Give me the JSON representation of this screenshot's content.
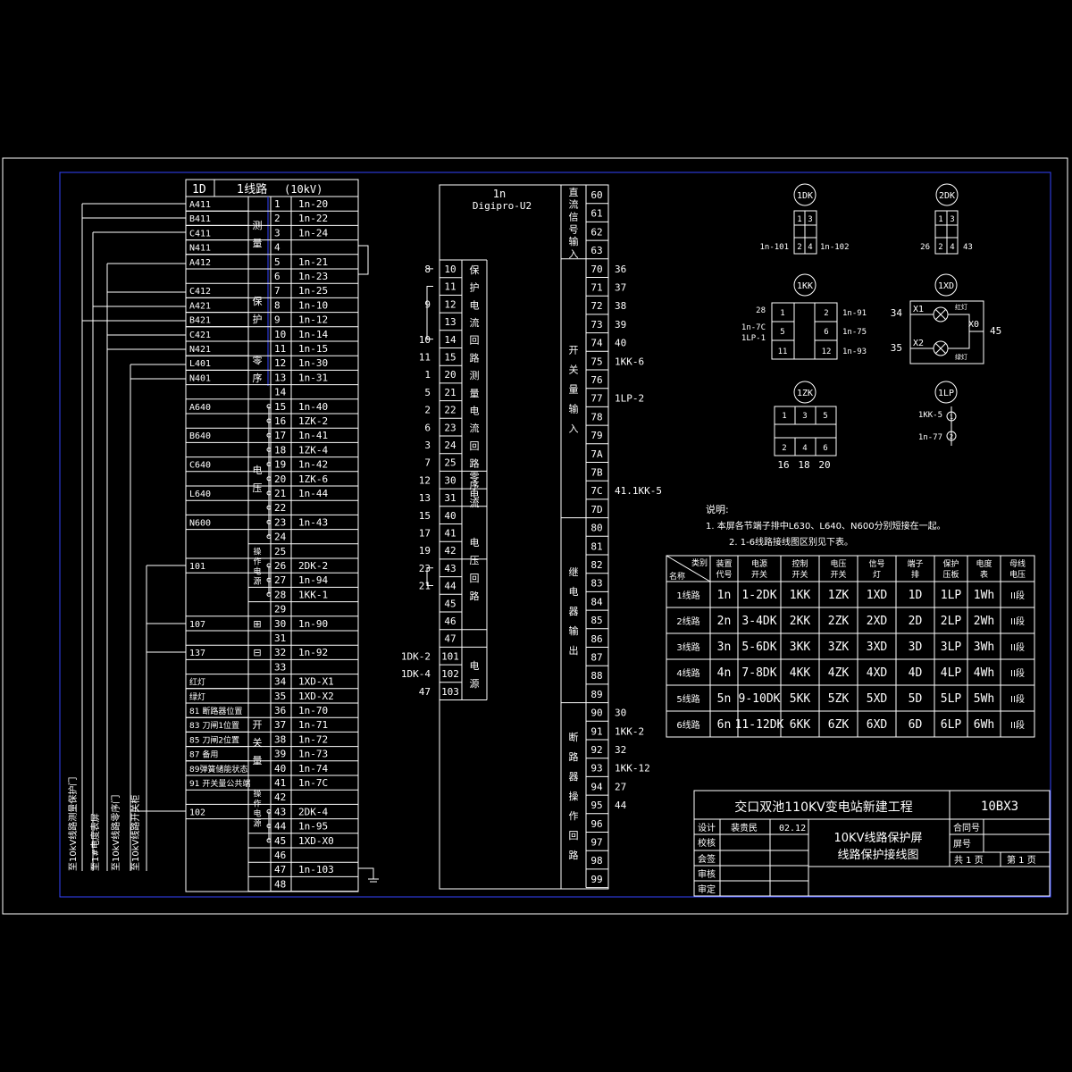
{
  "strip1": {
    "id": "1D",
    "title": "1线路",
    "voltage": "(10kV)",
    "rows": [
      [
        "A411",
        "1",
        "1n-20"
      ],
      [
        "B411",
        "2",
        "1n-22"
      ],
      [
        "C411",
        "3",
        "1n-24"
      ],
      [
        "N411",
        "4",
        ""
      ],
      [
        "A412",
        "5",
        "1n-21"
      ],
      [
        "",
        "6",
        "1n-23"
      ],
      [
        "C412",
        "7",
        "1n-25"
      ],
      [
        "A421",
        "8",
        "1n-10"
      ],
      [
        "B421",
        "9",
        "1n-12"
      ],
      [
        "C421",
        "10",
        "1n-14"
      ],
      [
        "N421",
        "11",
        "1n-15"
      ],
      [
        "L401",
        "12",
        "1n-30"
      ],
      [
        "N401",
        "13",
        "1n-31"
      ],
      [
        "",
        "14",
        ""
      ],
      [
        "A640",
        "15",
        "1n-40"
      ],
      [
        "",
        "16",
        "1ZK-2"
      ],
      [
        "B640",
        "17",
        "1n-41"
      ],
      [
        "",
        "18",
        "1ZK-4"
      ],
      [
        "C640",
        "19",
        "1n-42"
      ],
      [
        "",
        "20",
        "1ZK-6"
      ],
      [
        "L640",
        "21",
        "1n-44"
      ],
      [
        "",
        "22",
        ""
      ],
      [
        "N600",
        "23",
        "1n-43"
      ],
      [
        "",
        "24",
        ""
      ],
      [
        "",
        "25",
        ""
      ],
      [
        "101",
        "26",
        "2DK-2"
      ],
      [
        "",
        "27",
        "1n-94"
      ],
      [
        "",
        "28",
        "1KK-1"
      ],
      [
        "",
        "29",
        ""
      ],
      [
        "107",
        "30",
        "1n-90"
      ],
      [
        "",
        "31",
        ""
      ],
      [
        "137",
        "32",
        "1n-92"
      ],
      [
        "",
        "33",
        ""
      ],
      [
        "红灯",
        "34",
        "1XD-X1"
      ],
      [
        "绿灯",
        "35",
        "1XD-X2"
      ],
      [
        "81 断路器位置",
        "36",
        "1n-70"
      ],
      [
        "83 刀闸1位置",
        "37",
        "1n-71"
      ],
      [
        "85 刀闸2位置",
        "38",
        "1n-72"
      ],
      [
        "87 备用",
        "39",
        "1n-73"
      ],
      [
        "89弹簧储能状态",
        "40",
        "1n-74"
      ],
      [
        "91 开关量公共端",
        "41",
        "1n-7C"
      ],
      [
        "",
        "42",
        ""
      ],
      [
        "102",
        "43",
        "2DK-4"
      ],
      [
        "",
        "44",
        "1n-95"
      ],
      [
        "",
        "45",
        "1XD-X0"
      ],
      [
        "",
        "46",
        ""
      ],
      [
        "",
        "47",
        "1n-103"
      ],
      [
        "",
        "48",
        ""
      ]
    ],
    "groups": [
      "测量",
      "保护",
      "零序",
      "电压",
      "操作电源",
      "⊞",
      "⊟",
      "开关量",
      "操作电源"
    ]
  },
  "vertical_labels": [
    "至10kV线路测量保护门",
    "至1#电度表屏",
    "至10kV线路零序门",
    "至10kV线路开关柜"
  ],
  "device": {
    "name": "1n",
    "model": "Digipro-U2",
    "left_groups": [
      "保护电流回路",
      "测量电流回路",
      "零序电流",
      "电压回路",
      "电源"
    ],
    "left_terms": [
      "10",
      "11",
      "12",
      "13",
      "14",
      "15",
      "20",
      "21",
      "22",
      "23",
      "24",
      "25",
      "30",
      "31",
      "40",
      "41",
      "42",
      "43",
      "44",
      "45",
      "46",
      "47",
      "101",
      "102",
      "103"
    ],
    "left_ext": [
      "8",
      "",
      "9",
      "",
      "10",
      "11",
      "1",
      "5",
      "2",
      "6",
      "3",
      "7",
      "12",
      "13",
      "15",
      "17",
      "19",
      "23",
      "21",
      "",
      "",
      "",
      "1DK-2",
      "1DK-4",
      "47"
    ],
    "right_groups": [
      "直流信号输入",
      "开关量输入",
      "继电器输出",
      "断路器操作回路"
    ],
    "right_terms": [
      "60",
      "61",
      "62",
      "63",
      "70",
      "71",
      "72",
      "73",
      "74",
      "75",
      "76",
      "77",
      "78",
      "79",
      "7A",
      "7B",
      "7C",
      "7D",
      "80",
      "81",
      "82",
      "83",
      "84",
      "85",
      "86",
      "87",
      "88",
      "89",
      "90",
      "91",
      "92",
      "93",
      "94",
      "95",
      "96",
      "97",
      "98",
      "99"
    ],
    "right_ext": [
      "",
      "",
      "",
      "",
      "36",
      "37",
      "38",
      "39",
      "40",
      "1KK-6",
      "",
      "1LP-2",
      "",
      "",
      "",
      "",
      "41.1KK-5",
      "",
      "",
      "",
      "",
      "",
      "",
      "",
      "",
      "",
      "",
      "",
      "30",
      "1KK-2",
      "32",
      "1KK-12",
      "27",
      "44",
      "",
      "",
      "",
      ""
    ]
  },
  "components": {
    "dk1": {
      "label": "1DK",
      "pins": [
        "1",
        "3",
        "2",
        "4"
      ],
      "left": "1n-101",
      "right": "1n-102"
    },
    "dk2": {
      "label": "2DK",
      "pins": [
        "1",
        "3",
        "2",
        "4"
      ],
      "left": "26",
      "right": "43"
    },
    "kk1": {
      "label": "1KK",
      "pins": [
        "1",
        "2",
        "5",
        "6",
        "11",
        "12"
      ],
      "ext": [
        "28",
        "1n-7C",
        "1LP-1",
        "1n-91",
        "1n-75",
        "1n-93"
      ]
    },
    "xd1": {
      "label": "1XD",
      "pins": [
        "X1",
        "X2",
        "X0"
      ],
      "ext": [
        "34",
        "35",
        "45"
      ],
      "lamps": [
        "红灯",
        "绿灯"
      ]
    },
    "zk1": {
      "label": "1ZK",
      "pins": [
        "1",
        "3",
        "5",
        "2",
        "4",
        "6"
      ],
      "ext": [
        "16",
        "18",
        "20"
      ]
    },
    "lp1": {
      "label": "1LP",
      "pins": [
        "1",
        "2"
      ],
      "ext": [
        "1KK-5",
        "1n-77"
      ]
    }
  },
  "notes": {
    "title": "说明:",
    "lines": [
      "1. 本屏各节端子排中L630、L640、N600分别短接在一起。",
      "2. 1-6线路接线图区别见下表。"
    ]
  },
  "table": {
    "corner_top": "类别",
    "corner_bottom": "名称",
    "headers": [
      "装置代号",
      "电源开关",
      "控制开关",
      "电压开关",
      "信号灯",
      "端子排",
      "保护压板",
      "电度表",
      "母线电压"
    ],
    "rows": [
      [
        "1线路",
        "1n",
        "1-2DK",
        "1KK",
        "1ZK",
        "1XD",
        "1D",
        "1LP",
        "1Wh",
        "II段"
      ],
      [
        "2线路",
        "2n",
        "3-4DK",
        "2KK",
        "2ZK",
        "2XD",
        "2D",
        "2LP",
        "2Wh",
        "II段"
      ],
      [
        "3线路",
        "3n",
        "5-6DK",
        "3KK",
        "3ZK",
        "3XD",
        "3D",
        "3LP",
        "3Wh",
        "II段"
      ],
      [
        "4线路",
        "4n",
        "7-8DK",
        "4KK",
        "4ZK",
        "4XD",
        "4D",
        "4LP",
        "4Wh",
        "II段"
      ],
      [
        "5线路",
        "5n",
        "9-10DK",
        "5KK",
        "5ZK",
        "5XD",
        "5D",
        "5LP",
        "5Wh",
        "II段"
      ],
      [
        "6线路",
        "6n",
        "11-12DK",
        "6KK",
        "6ZK",
        "6XD",
        "6D",
        "6LP",
        "6Wh",
        "II段"
      ]
    ]
  },
  "title_block": {
    "project": "交口双池110KV变电站新建工程",
    "drawing_no": "10BX3",
    "design_label": "设计",
    "designer": "裴贵民",
    "date": "02.12",
    "roles": [
      "校核",
      "会签",
      "审核",
      "审定"
    ],
    "drawing_title_1": "10KV线路保护屏",
    "drawing_title_2": "线路保护接线图",
    "contract_label": "合同号",
    "screen_label": "屏号",
    "total_pages": "共 1 页",
    "page": "第 1 页"
  }
}
